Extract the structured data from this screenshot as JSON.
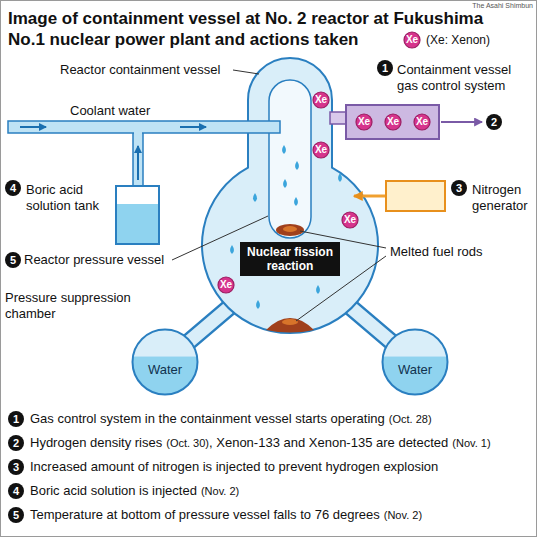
{
  "diagram": {
    "title": "Image of containment vessel at No. 2 reactor at Fukushima No.1 nuclear power plant and actions taken",
    "nodes": [
      {
        "text": [
          "Xe"
        ]
      },
      {
        "text": [
          "Containment vessel gas control system"
        ]
      },
      {
        "text": [
          "Xe"
        ],
        "in": 1
      },
      {
        "text": [
          "Xe"
        ],
        "in": 1
      },
      {
        "text": [
          "Xe"
        ],
        "in": 1
      },
      {
        "text": [
          "Boric acid solution tank"
        ]
      },
      {
        "text": [
          "Nitrogen generator"
        ]
      },
      {
        "text": [
          "Xe"
        ]
      },
      {
        "text": [
          "Xe"
        ]
      },
      {
        "text": [
          "Xe"
        ]
      },
      {
        "text": [
          "Nuclear fission reaction"
        ]
      },
      {
        "text": [
          "Xe"
        ]
      },
      {
        "text": [
          "Water"
        ]
      },
      {
        "text": [
          "Water"
        ]
      }
    ],
    "labels": [
      "(Xe: Xenon)",
      "The Asahi Shimbun",
      "Reactor containment vessel",
      "1",
      "Coolant water",
      "2",
      "3",
      "4",
      "5",
      "Reactor pressure vessel",
      "Melted fuel rods",
      "Pressure suppression chamber",
      "1",
      "Gas control system in the containment vessel starts operating",
      "(Oct. 28)",
      "2",
      "Hydrogen density rises",
      "(Oct. 30)",
      ", Xenon-133 and Xenon-135 are detected",
      "(Nov. 1)",
      "3",
      "Increased amount of nitrogen is injected to prevent hydrogen explosion",
      "4",
      "Boric acid solution is injected",
      "(Nov. 2)",
      "5",
      "Temperature at bottom of pressure vessel falls to 76 degrees",
      "(Nov. 2)"
    ]
  }
}
